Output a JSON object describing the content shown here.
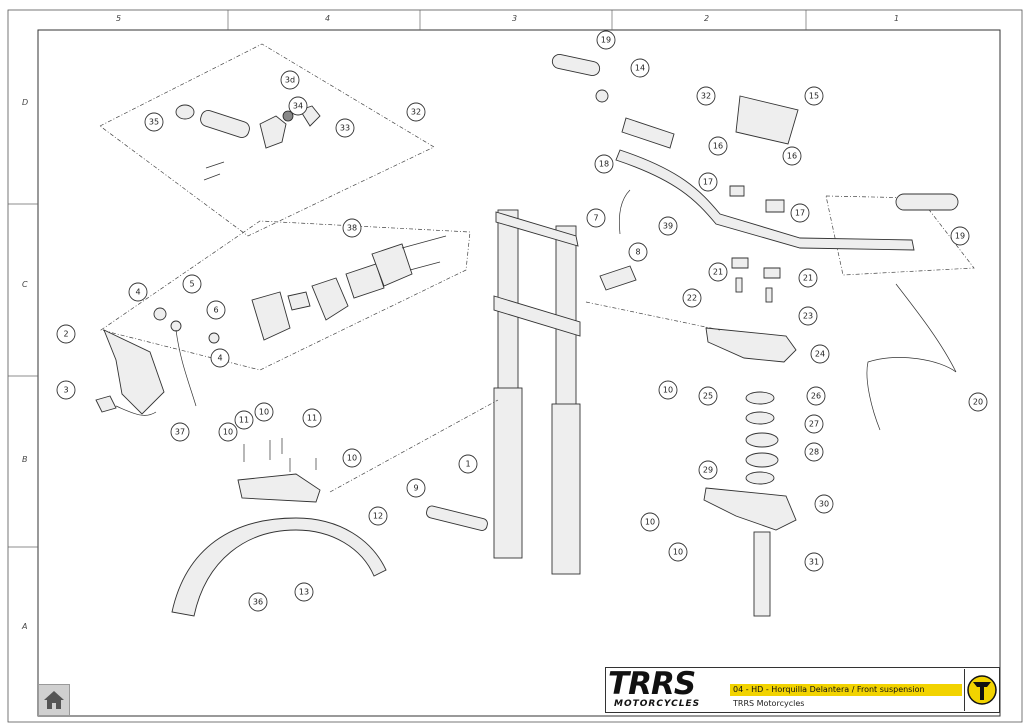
{
  "zones": {
    "columns": [
      "5",
      "4",
      "3",
      "2",
      "1"
    ],
    "rows": [
      "D",
      "C",
      "B",
      "A"
    ]
  },
  "callouts": [
    {
      "label": "19",
      "id": "19a"
    },
    {
      "label": "14",
      "id": "14"
    },
    {
      "label": "32",
      "id": "32a"
    },
    {
      "label": "15",
      "id": "15"
    },
    {
      "label": "3d",
      "id": "3d"
    },
    {
      "label": "34",
      "id": "34"
    },
    {
      "label": "35",
      "id": "35"
    },
    {
      "label": "33",
      "id": "33"
    },
    {
      "label": "32",
      "id": "32b"
    },
    {
      "label": "16",
      "id": "16a"
    },
    {
      "label": "16",
      "id": "16b"
    },
    {
      "label": "18",
      "id": "18"
    },
    {
      "label": "17",
      "id": "17a"
    },
    {
      "label": "17",
      "id": "17b"
    },
    {
      "label": "19",
      "id": "19b"
    },
    {
      "label": "39",
      "id": "39"
    },
    {
      "label": "7",
      "id": "7"
    },
    {
      "label": "8",
      "id": "8"
    },
    {
      "label": "38",
      "id": "38"
    },
    {
      "label": "21",
      "id": "21a"
    },
    {
      "label": "21",
      "id": "21b"
    },
    {
      "label": "22",
      "id": "22"
    },
    {
      "label": "23",
      "id": "23"
    },
    {
      "label": "24",
      "id": "24"
    },
    {
      "label": "20",
      "id": "20"
    },
    {
      "label": "10",
      "id": "10a"
    },
    {
      "label": "25",
      "id": "25"
    },
    {
      "label": "26",
      "id": "26"
    },
    {
      "label": "27",
      "id": "27"
    },
    {
      "label": "28",
      "id": "28"
    },
    {
      "label": "29",
      "id": "29"
    },
    {
      "label": "30",
      "id": "30"
    },
    {
      "label": "10",
      "id": "10b"
    },
    {
      "label": "10",
      "id": "10c"
    },
    {
      "label": "31",
      "id": "31"
    },
    {
      "label": "4",
      "id": "4a"
    },
    {
      "label": "5",
      "id": "5"
    },
    {
      "label": "2",
      "id": "2"
    },
    {
      "label": "6",
      "id": "6"
    },
    {
      "label": "4",
      "id": "4b"
    },
    {
      "label": "3",
      "id": "3"
    },
    {
      "label": "37",
      "id": "37"
    },
    {
      "label": "10",
      "id": "10d"
    },
    {
      "label": "11",
      "id": "11a"
    },
    {
      "label": "11",
      "id": "11b"
    },
    {
      "label": "10",
      "id": "10e"
    },
    {
      "label": "10",
      "id": "10f"
    },
    {
      "label": "12",
      "id": "12"
    },
    {
      "label": "1",
      "id": "1"
    },
    {
      "label": "9",
      "id": "9"
    },
    {
      "label": "36",
      "id": "36"
    },
    {
      "label": "13",
      "id": "13"
    }
  ],
  "title_block": {
    "logo_text": "TRRS",
    "logo_subtext": "MOTORCYCLES",
    "drawing_title": "04 - HD - Horquilla Delantera / Front suspension",
    "company": "TRRS Motorcycles",
    "accent_color": "#f2d300"
  },
  "nav": {
    "home_icon": "home-icon"
  }
}
